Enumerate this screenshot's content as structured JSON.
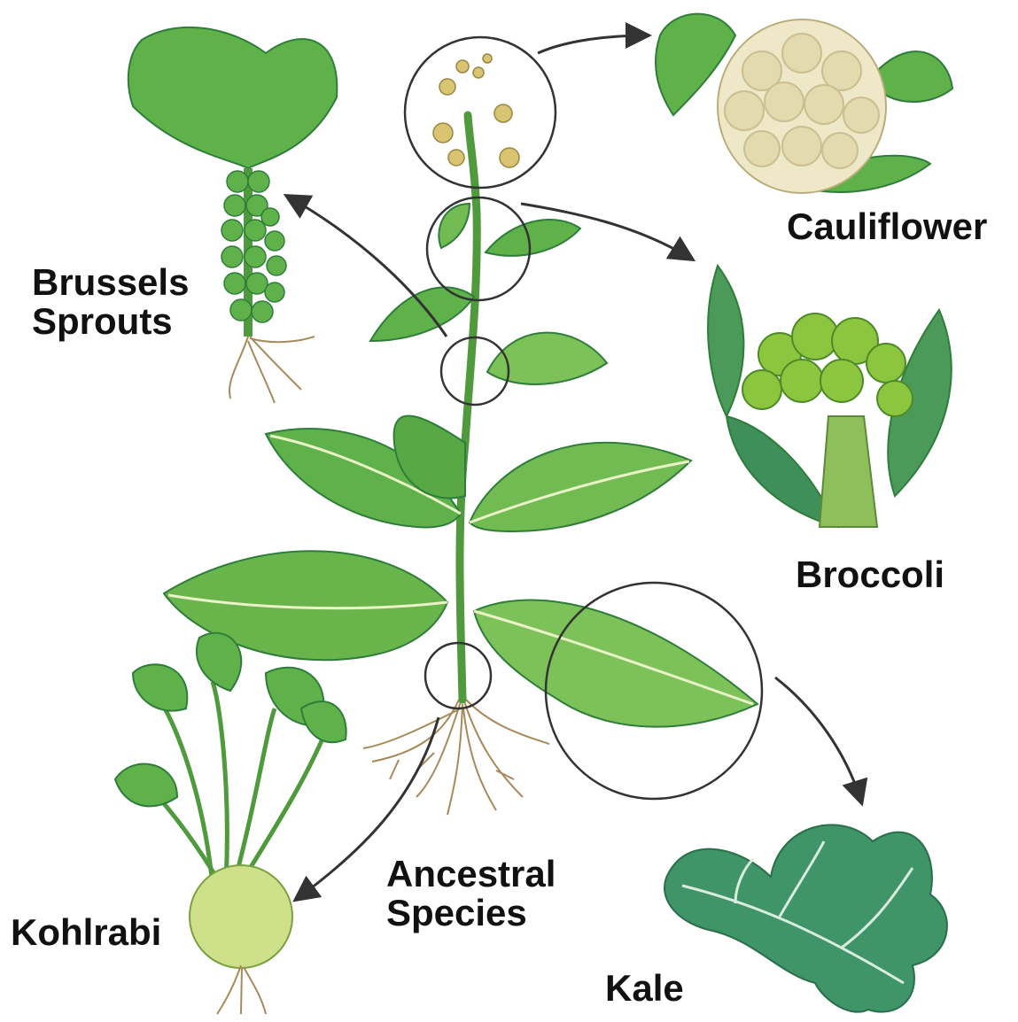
{
  "labels": {
    "cauliflower": "Cauliflower",
    "brussels_sprouts": [
      "Brussels",
      "Sprouts"
    ],
    "broccoli": "Broccoli",
    "ancestral_species": [
      "Ancestral",
      "Species"
    ],
    "kohlrabi": "Kohlrabi",
    "kale": "Kale"
  },
  "colors": {
    "leaf": "#5fb24a",
    "leaf_light": "#9fd27a",
    "leaf_dark": "#2f7d3a",
    "vein": "#e9f3c7",
    "stem": "#4f9a3c",
    "flower": "#d9c472",
    "cauliflower_head": "#efe8c8",
    "cauliflower_shade": "#c9bf8f",
    "kale": "#3f9468",
    "root": "#a88a5a",
    "circle": "#333333",
    "arrow": "#333333"
  }
}
